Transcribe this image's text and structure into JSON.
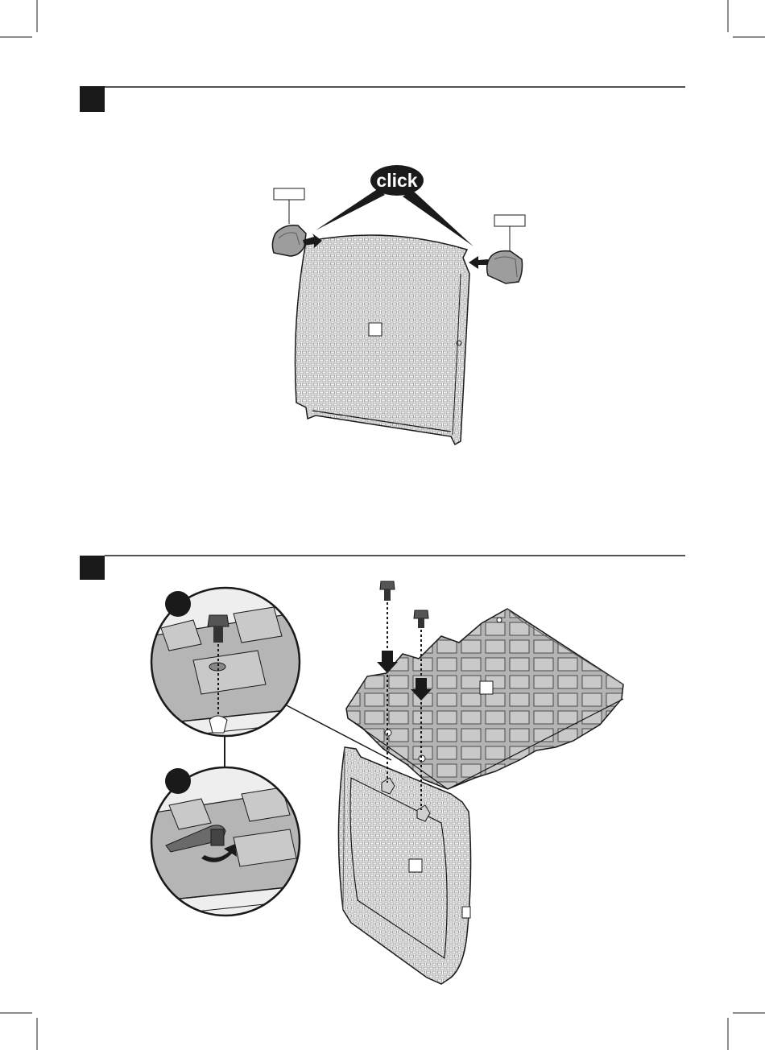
{
  "callout": {
    "text": "click"
  },
  "colors": {
    "line": "#1a1a1a",
    "step_marker": "#1a1a1a",
    "part_fill": "#eeeeee",
    "grey_part": "#a8a8a8",
    "dark_part": "#777777",
    "arrow": "#1a1a1a"
  },
  "icons": [
    "crop-mark",
    "step-marker",
    "click-bubble",
    "arrow",
    "screw",
    "wrench"
  ]
}
